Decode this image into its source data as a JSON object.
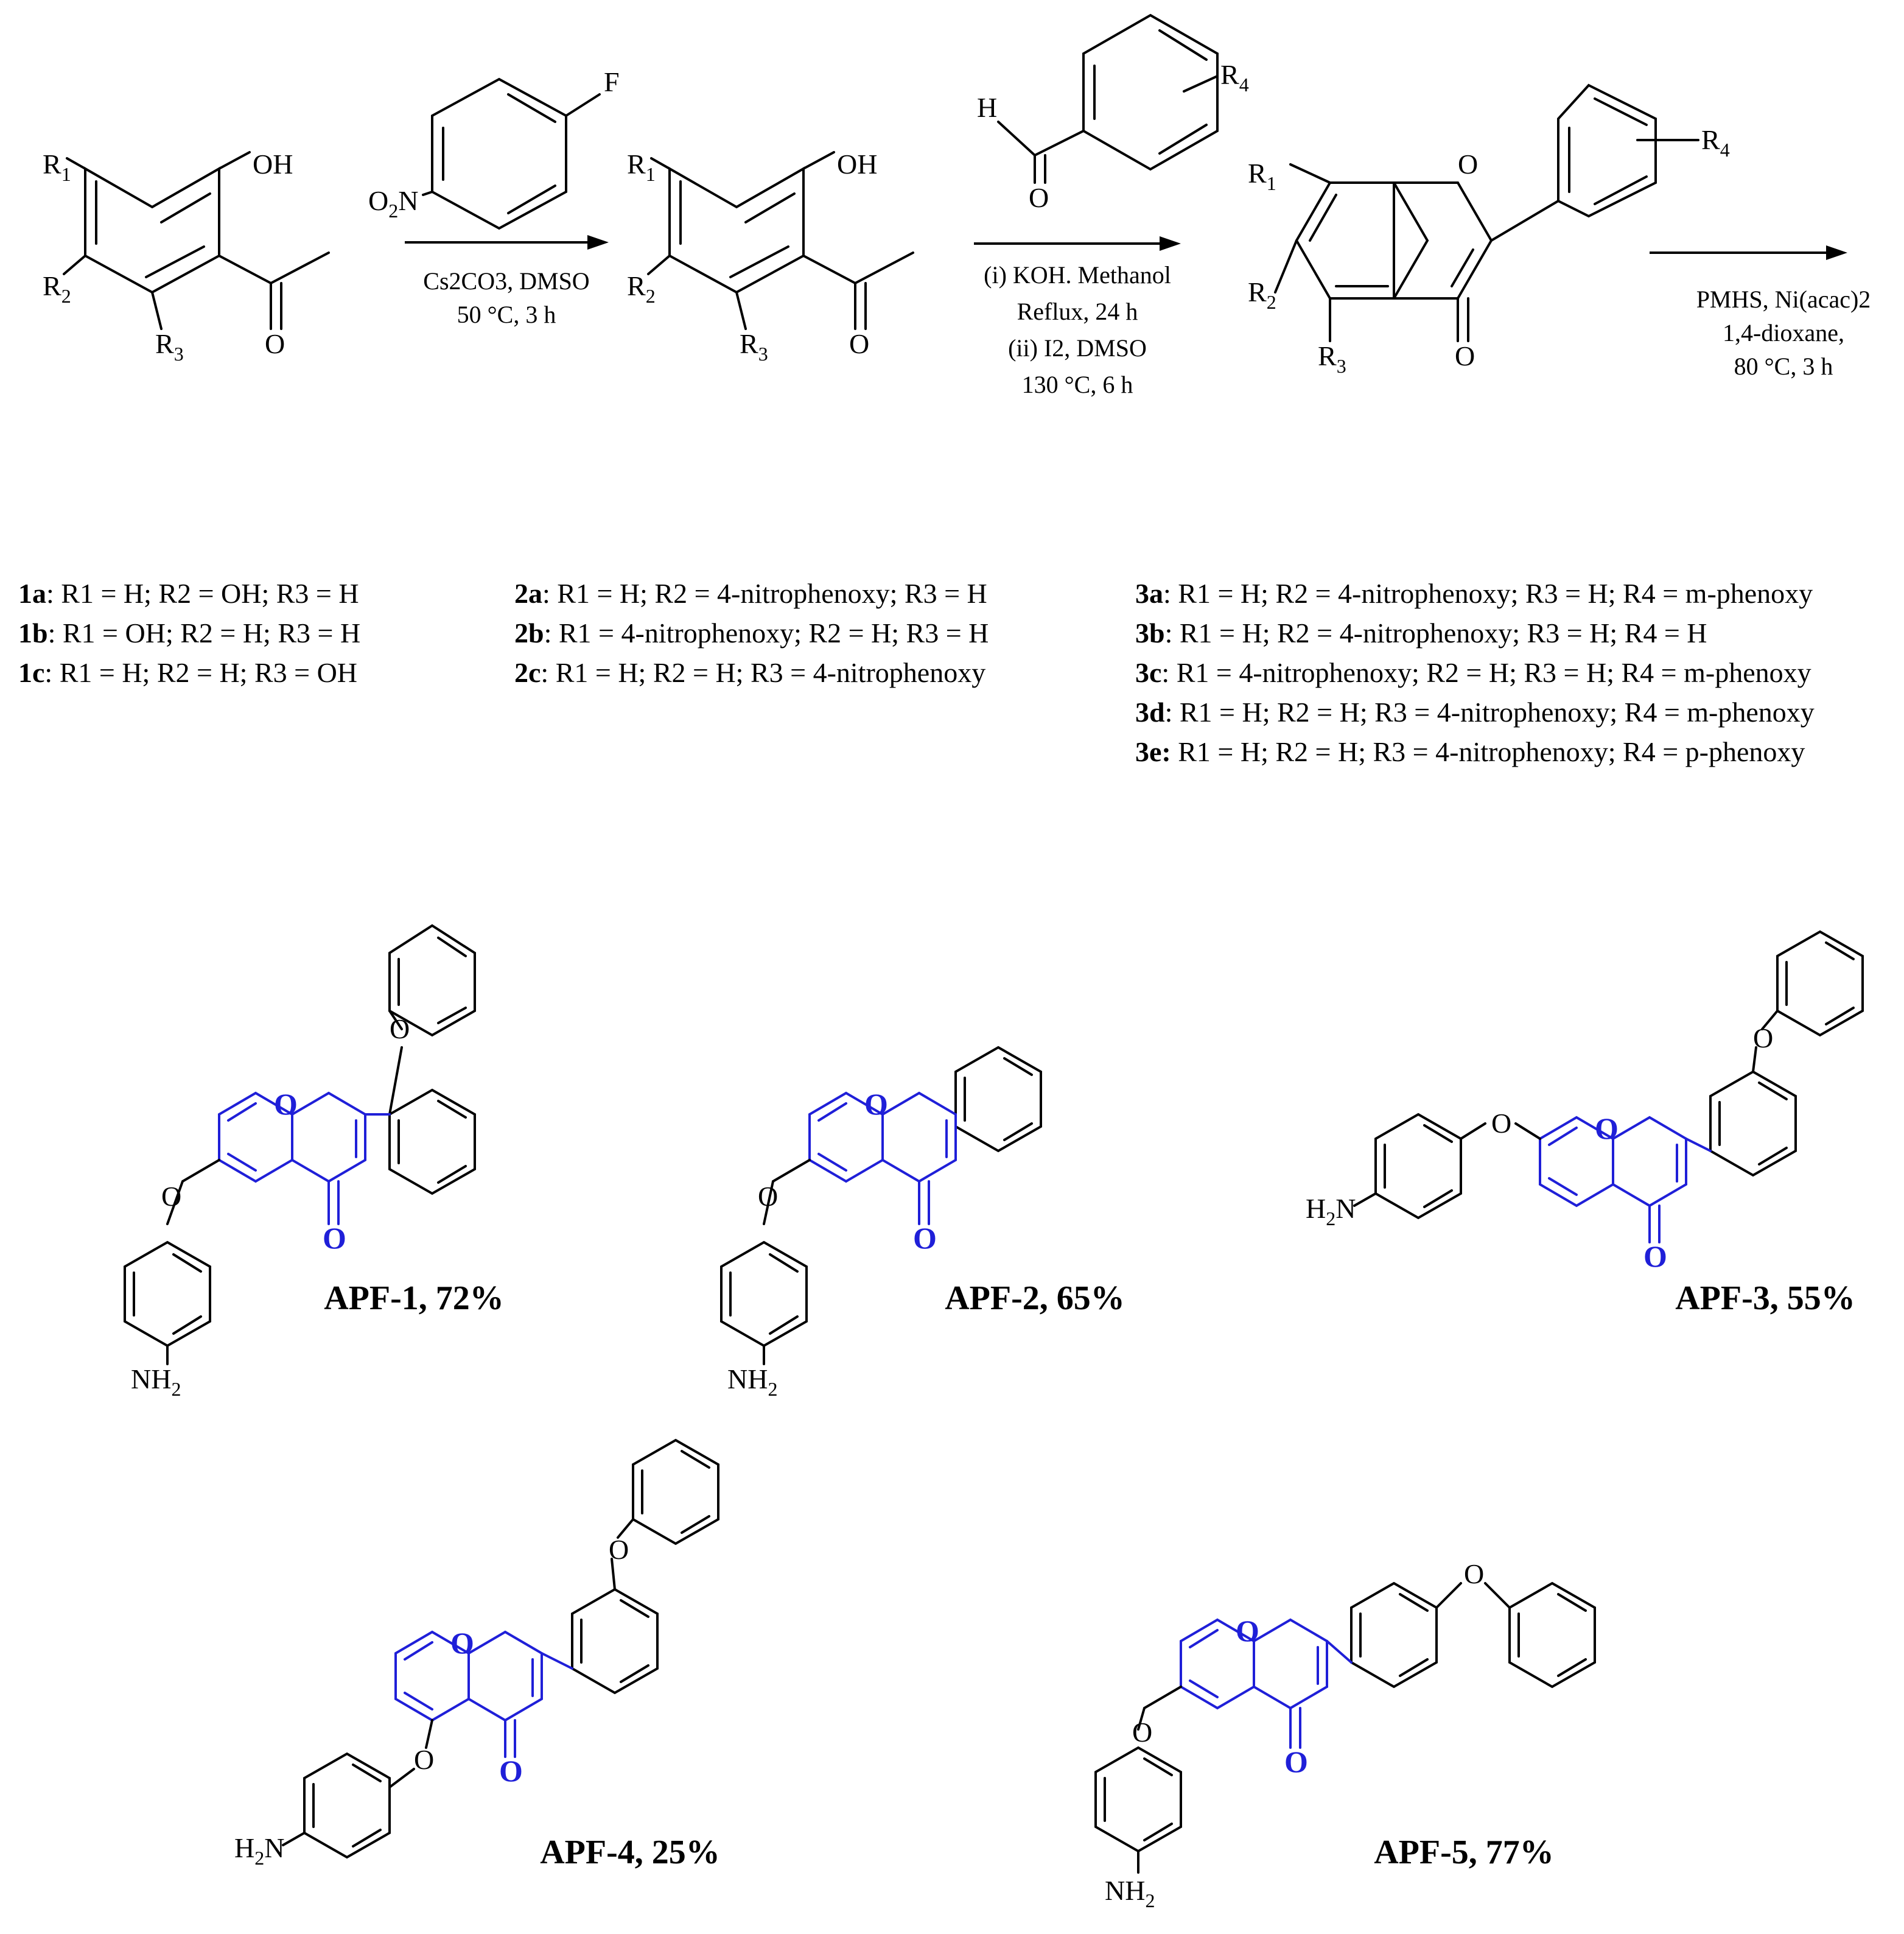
{
  "steps": [
    {
      "reagent_atom_F": "F",
      "reagent_atom_O2N": "O",
      "reagent_O2N_sub": "2",
      "reagent_O2N_N": "N",
      "conditions": [
        "Cs2CO3, DMSO",
        "50 °C, 3 h"
      ]
    },
    {
      "reagent_H": "H",
      "reagent_O": "O",
      "reagent_R4": "R",
      "reagent_R4_sub": "4",
      "conditions": [
        "(i) KOH. Methanol",
        "Reflux, 24 h",
        "(ii) I2, DMSO",
        "130 °C, 6 h"
      ]
    },
    {
      "conditions": [
        "PMHS, Ni(acac)2",
        "1,4-dioxane,",
        "80 °C, 3 h"
      ]
    }
  ],
  "atoms": {
    "OH": "OH",
    "O": "O",
    "R": "R",
    "s1": "1",
    "s2": "2",
    "s3": "3",
    "s4": "4",
    "NH": "NH",
    "HN": "H",
    "N": "N"
  },
  "legend": {
    "series1": [
      {
        "label": "1a",
        "text": ": R1 = H; R2 = OH; R3 = H"
      },
      {
        "label": "1b",
        "text": ": R1 = OH; R2 = H; R3 = H"
      },
      {
        "label": "1c",
        "text": ": R1 = H; R2 = H; R3 = OH"
      }
    ],
    "series2": [
      {
        "label": "2a",
        "text": ": R1 = H; R2 = 4-nitrophenoxy; R3 = H"
      },
      {
        "label": "2b",
        "text": ": R1 = 4-nitrophenoxy; R2 = H; R3 = H"
      },
      {
        "label": "2c",
        "text": ": R1 = H; R2 = H; R3 = 4-nitrophenoxy"
      }
    ],
    "series3": [
      {
        "label": "3a",
        "text": ": R1 = H; R2 = 4-nitrophenoxy; R3 = H; R4 = m-phenoxy"
      },
      {
        "label": "3b",
        "text": ": R1 = H; R2 = 4-nitrophenoxy; R3 = H;  R4 = H"
      },
      {
        "label": "3c",
        "text": ": R1 = 4-nitrophenoxy; R2 = H; R3 = H; R4 = m-phenoxy"
      },
      {
        "label": "3d",
        "text": ": R1 = H; R2 = H; R3 = 4-nitrophenoxy; R4 = m-phenoxy"
      },
      {
        "label": "3e:",
        "text": " R1 = H; R2 = H; R3 = 4-nitrophenoxy; R4 = p-phenoxy"
      }
    ]
  },
  "products": [
    {
      "name": "APF-1, 72%"
    },
    {
      "name": "APF-2, 65%"
    },
    {
      "name": "APF-3, 55%"
    },
    {
      "name": "APF-4, 25%"
    },
    {
      "name": "APF-5, 77%"
    }
  ],
  "colors": {
    "core": "#1f1fd8",
    "ink": "#000000"
  }
}
